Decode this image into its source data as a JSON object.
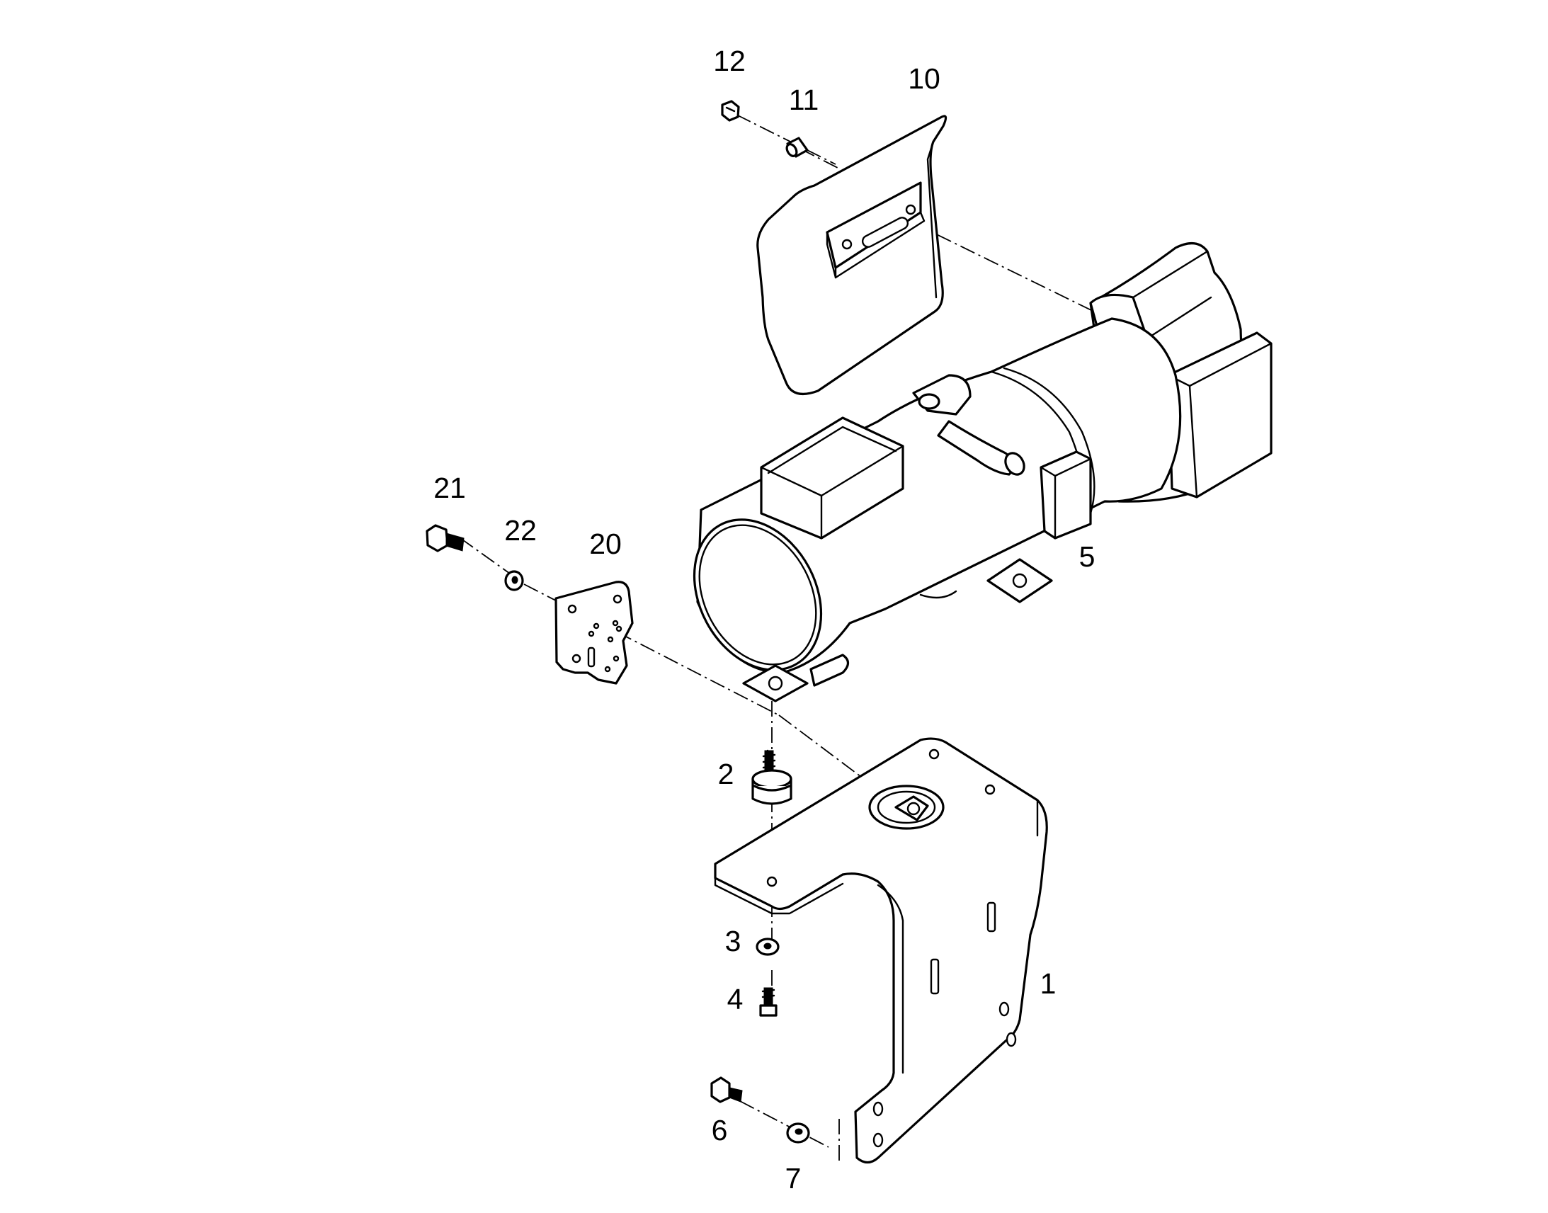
{
  "callouts": {
    "c1": "1",
    "c2": "2",
    "c3": "3",
    "c4": "4",
    "c5": "5",
    "c6": "6",
    "c7": "7",
    "c10": "10",
    "c11": "11",
    "c12": "12",
    "c20": "20",
    "c21": "21",
    "c22": "22"
  }
}
